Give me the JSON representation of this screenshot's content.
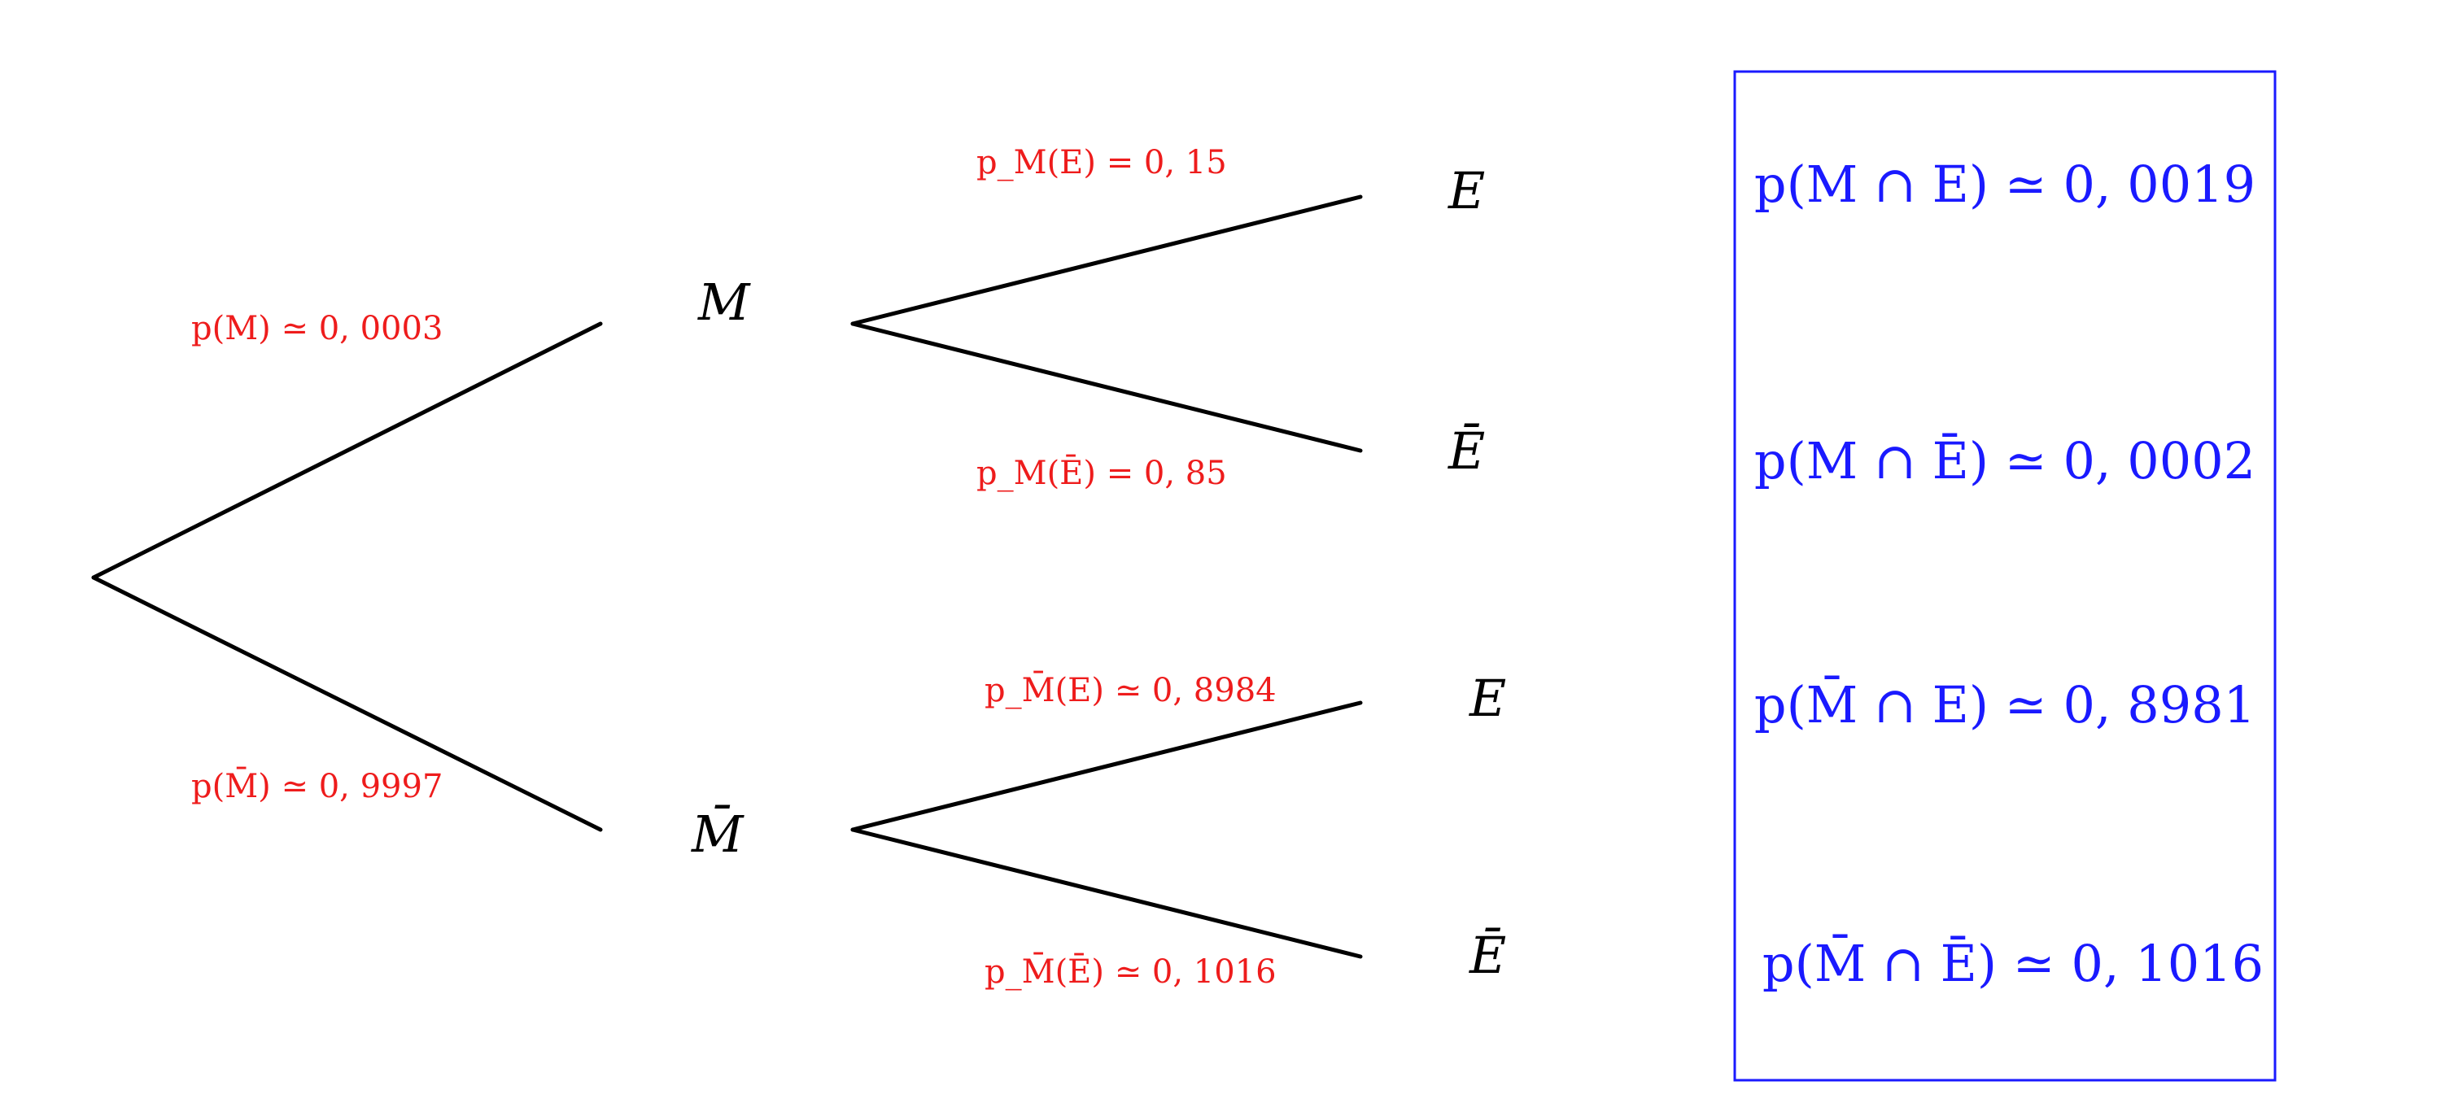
{
  "colors": {
    "branch": "#000000",
    "probability": "#ee1c1c",
    "result": "#1a1aff"
  },
  "nodes": {
    "m": "M",
    "m_bar": "M̄",
    "m_e": "E",
    "m_e_bar": "Ē",
    "m_bar_e": "E",
    "m_bar_e_bar": "Ē"
  },
  "probabilities": {
    "p_m": "p(M) ≃ 0, 0003",
    "p_m_bar": "p(M̄) ≃ 0, 9997",
    "p_m_e": "p_M(E) = 0, 15",
    "p_m_e_bar": "p_M(Ē) = 0, 85",
    "p_m_bar_e": "p_M̄(E) ≃ 0, 8984",
    "p_m_bar_e_bar": "p_M̄(Ē) ≃ 0, 1016"
  },
  "results": {
    "m_and_e": "p(M ∩ E) ≃ 0, 0019",
    "m_and_e_bar": "p(M ∩ Ē) ≃ 0, 0002",
    "m_bar_and_e": "p(M̄ ∩ E) ≃ 0, 8981",
    "m_bar_and_e_bar": "p(M̄ ∩ Ē) ≃ 0, 1016"
  }
}
